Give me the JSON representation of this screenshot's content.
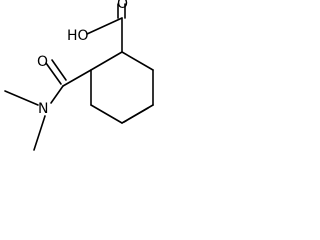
{
  "molecule": {
    "labels": {
      "hydroxyl": "HO",
      "carboxyl_oxygen": "O",
      "amide_oxygen": "O",
      "amide_nitrogen": "N"
    }
  }
}
